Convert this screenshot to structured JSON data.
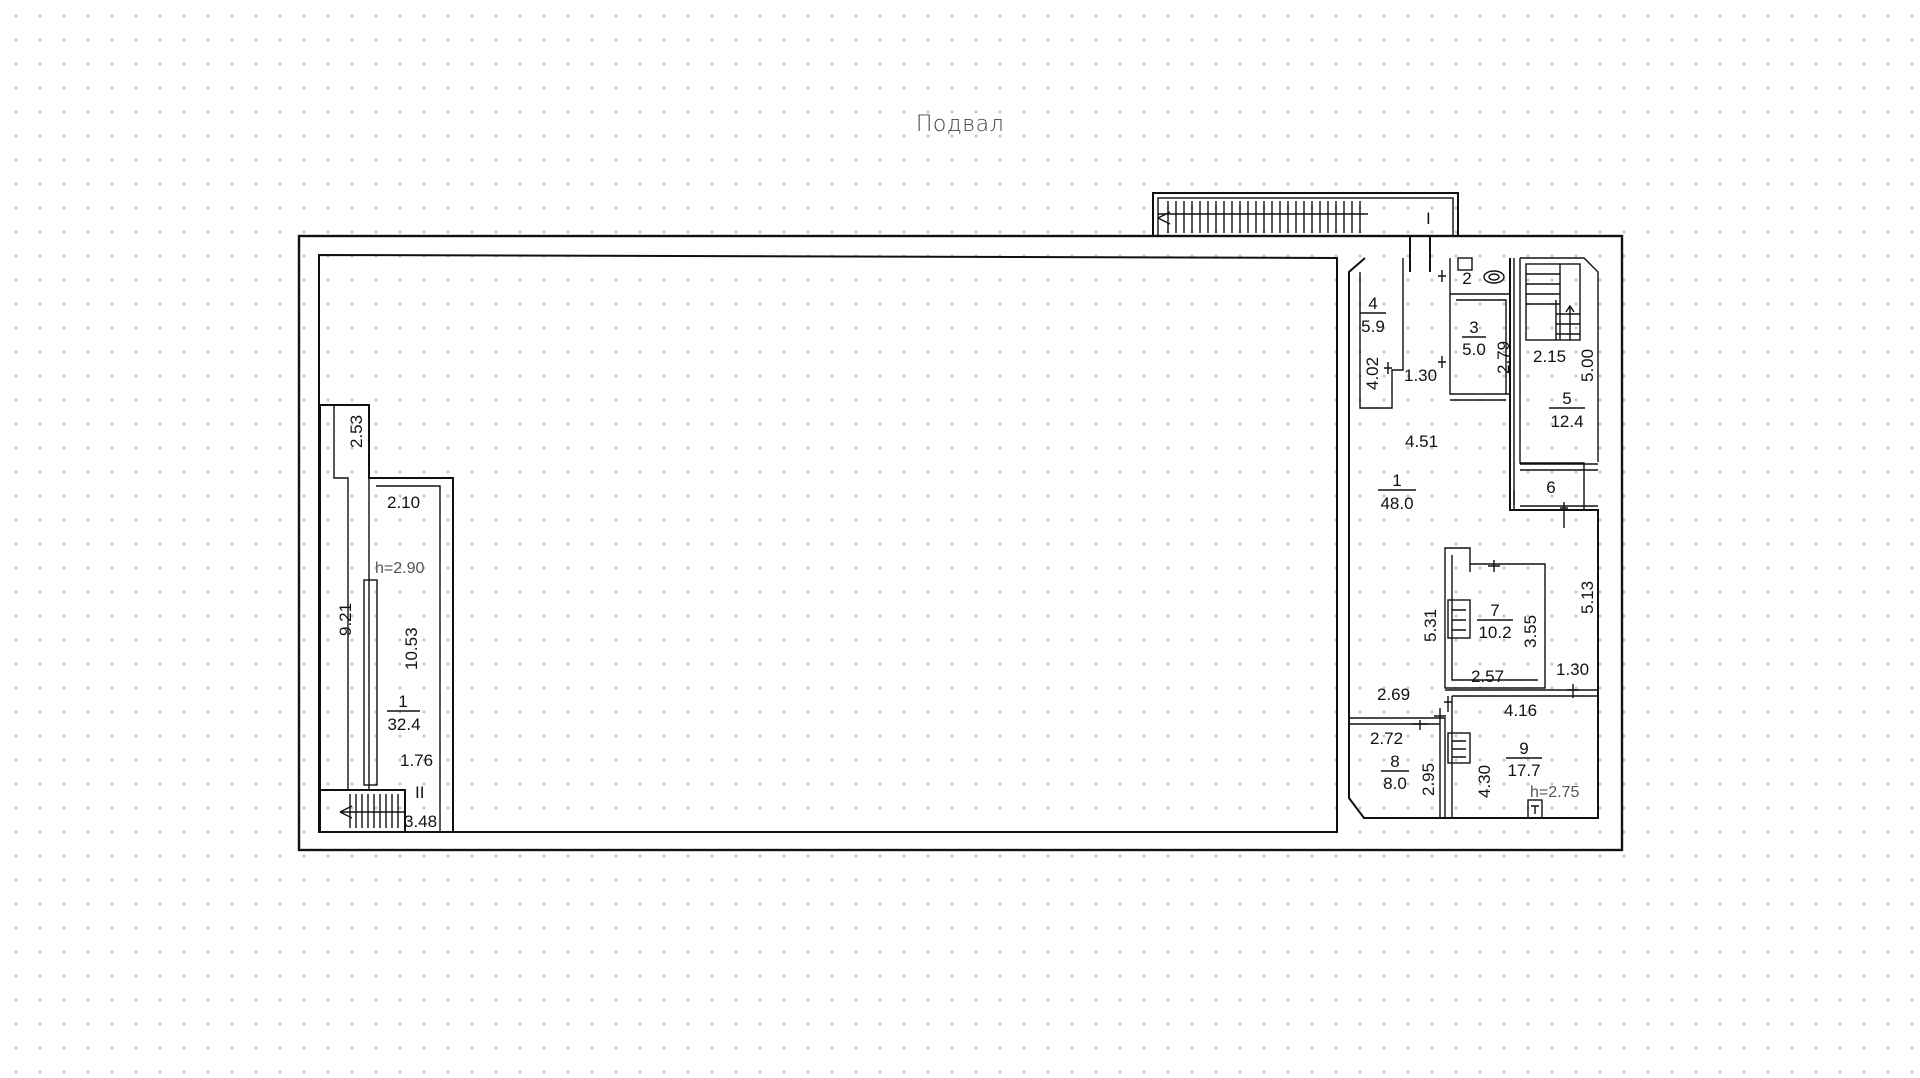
{
  "title": "Подвал",
  "rooms": [
    {
      "id": "left-1",
      "number": "1",
      "area": "32.4"
    },
    {
      "id": "r1",
      "number": "1",
      "area": "48.0"
    },
    {
      "id": "r2",
      "number": "2",
      "area": ""
    },
    {
      "id": "r3",
      "number": "3",
      "area": "5.0"
    },
    {
      "id": "r4",
      "number": "4",
      "area": "5.9"
    },
    {
      "id": "r5",
      "number": "5",
      "area": "12.4"
    },
    {
      "id": "r6",
      "number": "6",
      "area": ""
    },
    {
      "id": "r7",
      "number": "7",
      "area": "10.2"
    },
    {
      "id": "r8",
      "number": "8",
      "area": "8.0"
    },
    {
      "id": "r9",
      "number": "9",
      "area": "17.7"
    }
  ],
  "dimensions": {
    "left_2_53": "2.53",
    "left_2_10": "2.10",
    "left_9_21": "9.21",
    "left_10_53": "10.53",
    "left_1_76": "1.76",
    "left_3_48": "3.48",
    "r4_4_02": "4.02",
    "r4_1_30": "1.30",
    "r3_2_79": "2.79",
    "r5_2_15": "2.15",
    "r5_5_00": "5.00",
    "r1_4_51": "4.51",
    "r1_5_13": "5.13",
    "r7_5_31": "5.31",
    "r7_3_55": "3.55",
    "r7_2_57": "2.57",
    "r9_1_30": "1.30",
    "r1_2_69": "2.69",
    "r9_4_16": "4.16",
    "r8_2_72": "2.72",
    "r8_2_95": "2.95",
    "r9_4_30": "4.30"
  },
  "heights": {
    "left": "h=2.90",
    "right": "h=2.75"
  },
  "stair_marks": {
    "top": "I",
    "bottom": "II"
  }
}
